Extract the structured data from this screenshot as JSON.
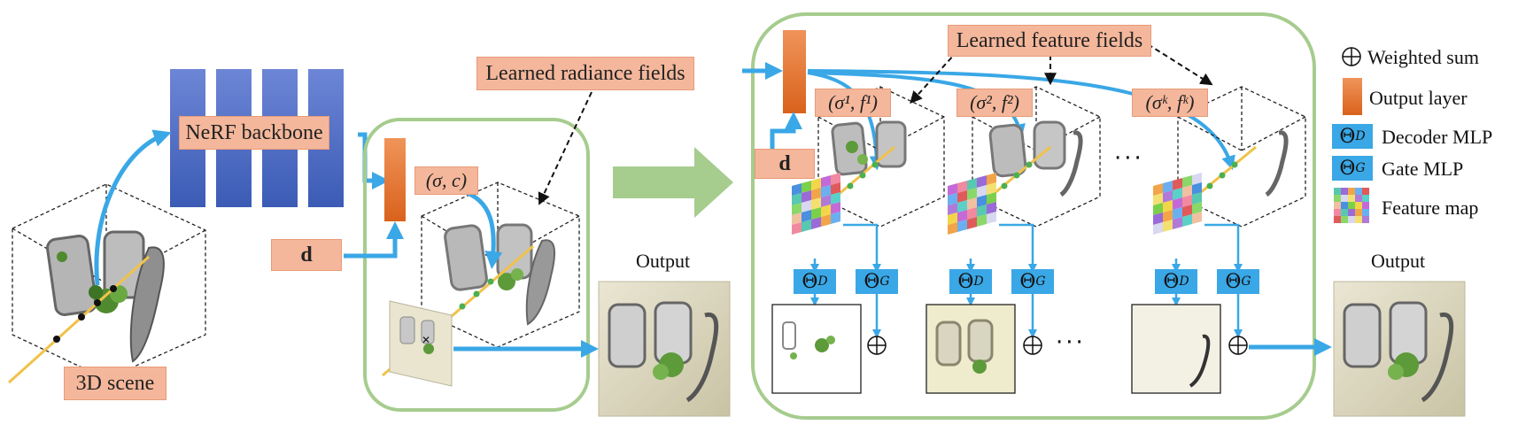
{
  "nerf": {
    "backbone_label": "NeRF backbone",
    "scene_label": "3D scene",
    "direction_label": "d",
    "radiance_fields_label": "Learned radiance fields",
    "sigma_c_label": "(σ, c)",
    "output_label": "Output"
  },
  "feature_model": {
    "feature_fields_label": "Learned feature fields",
    "direction_label": "d",
    "field_labels": [
      "(σ¹, f¹)",
      "(σ², f²)",
      "(σᵏ, fᵏ)"
    ],
    "decoder_label": "Θ",
    "decoder_sub": "D",
    "gate_label": "Θ",
    "gate_sub": "G",
    "ellipsis": "···",
    "output_label": "Output"
  },
  "legend": {
    "weighted_sum": "Weighted sum",
    "output_layer": "Output layer",
    "decoder_mlp": "Decoder MLP",
    "decoder_symbol": "Θ",
    "decoder_sub": "D",
    "gate_mlp": "Gate MLP",
    "gate_symbol": "Θ",
    "gate_sub": "G",
    "feature_map": "Feature map"
  },
  "colors": {
    "arrow_blue": "#3aa7e6",
    "label_peach": "#f4b79b",
    "output_layer_orange": "#e8782e",
    "backbone_blue": "#4a6cc4",
    "panel_green": "#a6cc8e",
    "ray_yellow": "#f0c24a"
  }
}
